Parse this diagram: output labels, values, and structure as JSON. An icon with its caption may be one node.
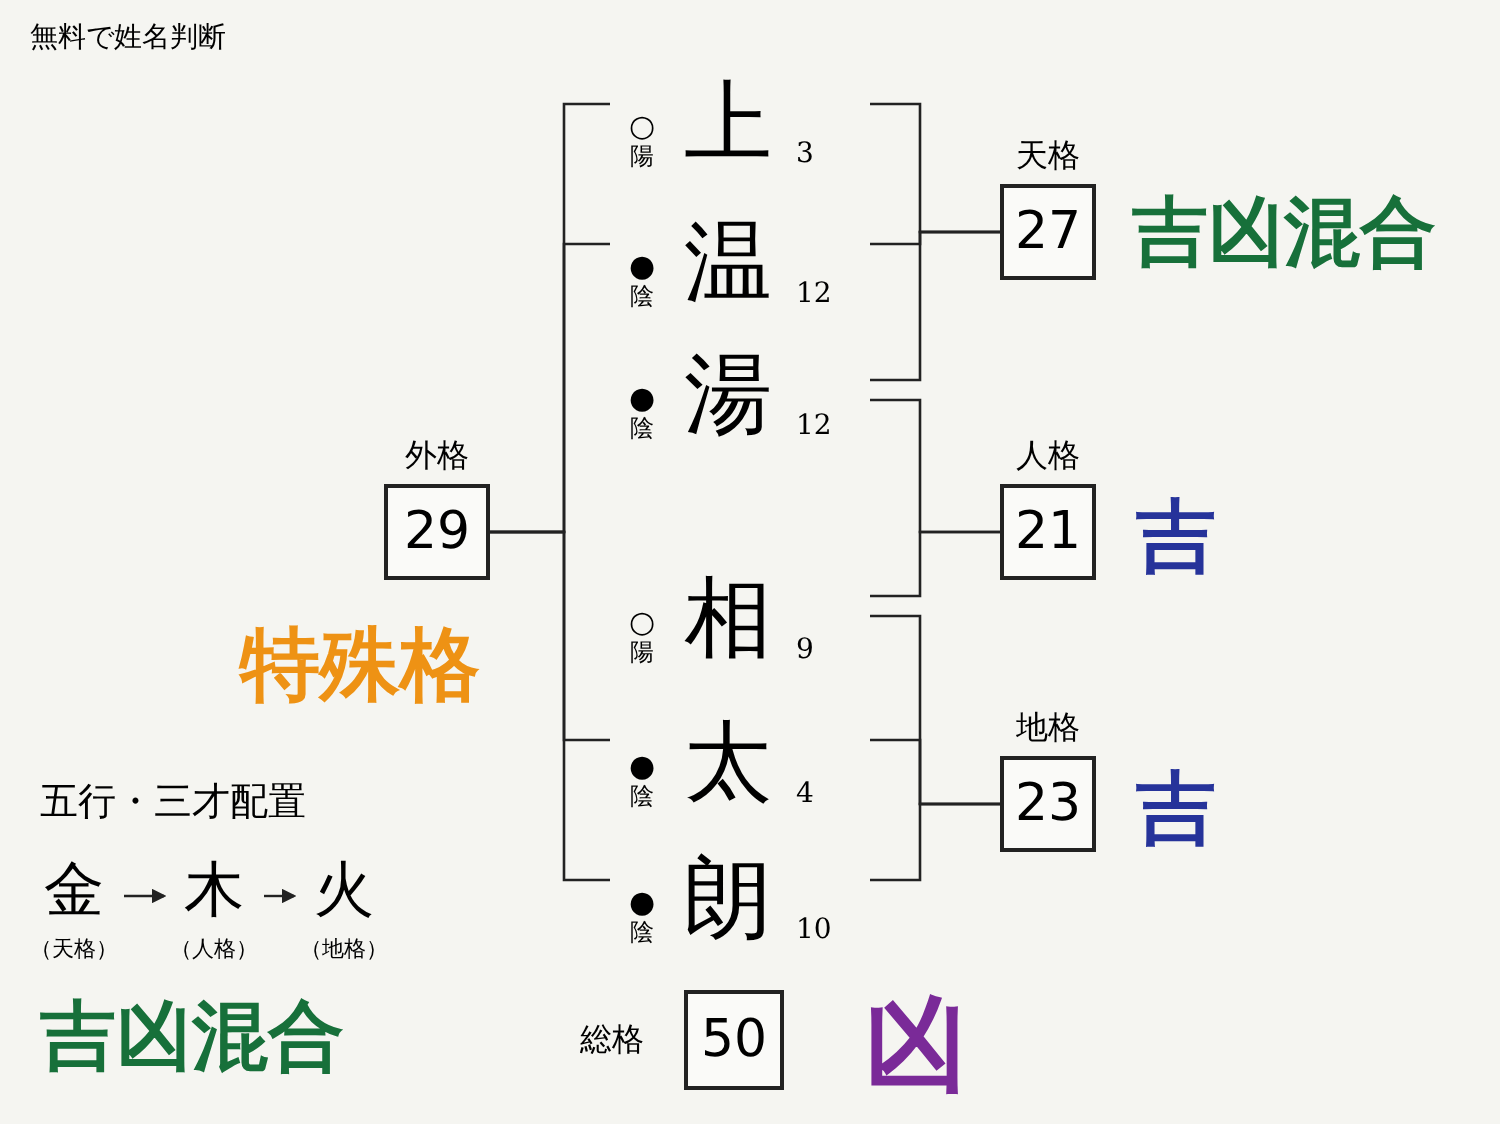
{
  "diagram": {
    "title": "無料で姓名判断",
    "nodes": [
      {
        "text": [
          "上"
        ],
        "beside": [
          "○",
          "陽",
          "3"
        ]
      },
      {
        "text": [
          "温"
        ],
        "beside": [
          "●",
          "陰",
          "12"
        ]
      },
      {
        "text": [
          "湯"
        ],
        "beside": [
          "●",
          "陰",
          "12"
        ]
      },
      {
        "text": [
          "相"
        ],
        "beside": [
          "○",
          "陽",
          "9"
        ]
      },
      {
        "text": [
          "太"
        ],
        "beside": [
          "●",
          "陰",
          "4"
        ]
      },
      {
        "text": [
          "朗"
        ],
        "beside": [
          "●",
          "陰",
          "10"
        ]
      },
      {
        "text": [
          "天格",
          "27"
        ],
        "beside": [
          "吉凶混合"
        ]
      },
      {
        "text": [
          "人格",
          "21"
        ],
        "beside": [
          "吉"
        ]
      },
      {
        "text": [
          "地格",
          "23"
        ],
        "beside": [
          "吉"
        ]
      },
      {
        "text": [
          "外格",
          "29"
        ],
        "beside": [
          "特殊格"
        ]
      },
      {
        "text": [
          "総格",
          "50"
        ],
        "beside": [
          "凶"
        ]
      },
      {
        "text": [
          "金"
        ],
        "beside": [
          "（天格）"
        ]
      },
      {
        "text": [
          "木"
        ],
        "beside": [
          "（人格）"
        ]
      },
      {
        "text": [
          "火"
        ],
        "beside": [
          "（地格）"
        ]
      }
    ],
    "edges": [
      {
        "from": 0,
        "to": 6,
        "arrow": "none"
      },
      {
        "from": 1,
        "to": 6,
        "arrow": "none"
      },
      {
        "from": 2,
        "to": 6,
        "arrow": "none"
      },
      {
        "from": 2,
        "to": 7,
        "arrow": "none"
      },
      {
        "from": 3,
        "to": 7,
        "arrow": "none"
      },
      {
        "from": 3,
        "to": 8,
        "arrow": "none"
      },
      {
        "from": 4,
        "to": 8,
        "arrow": "none"
      },
      {
        "from": 5,
        "to": 8,
        "arrow": "none"
      },
      {
        "from": 0,
        "to": 9,
        "arrow": "none"
      },
      {
        "from": 1,
        "to": 9,
        "arrow": "none"
      },
      {
        "from": 4,
        "to": 9,
        "arrow": "none"
      },
      {
        "from": 5,
        "to": 9,
        "arrow": "none"
      },
      {
        "from": 11,
        "to": 12,
        "arrow": "to"
      },
      {
        "from": 12,
        "to": 13,
        "arrow": "to"
      }
    ],
    "labels": [
      "五行・三才配置",
      "吉凶混合"
    ]
  }
}
